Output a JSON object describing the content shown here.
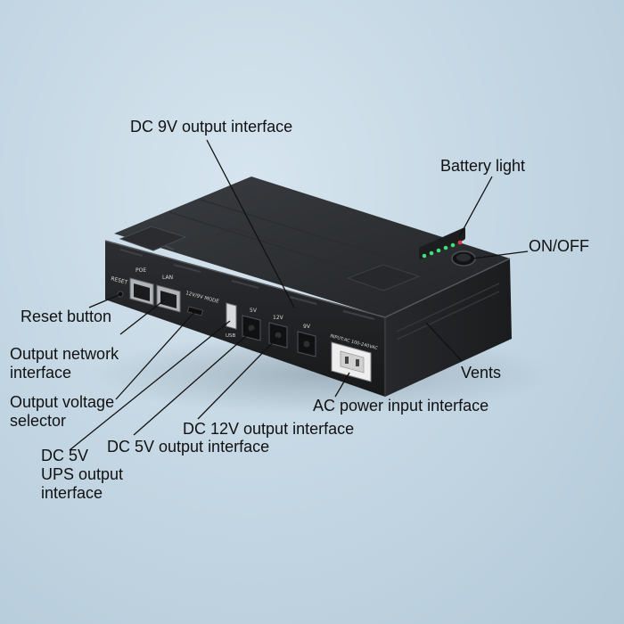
{
  "labels": {
    "dc9v": "DC 9V output interface",
    "battery_light": "Battery light",
    "on_off": "ON/OFF",
    "reset_button": "Reset button",
    "output_network_1": "Output network",
    "output_network_2": "interface",
    "vents": "Vents",
    "voltage_selector_1": "Output voltage",
    "voltage_selector_2": "selector",
    "ac_input": "AC power input interface",
    "dc12v": "DC 12V output interface",
    "dc5v": "DC 5V output interface",
    "dc5v_ups_1": "DC 5V",
    "dc5v_ups_2": "UPS output",
    "dc5v_ups_3": "interface"
  },
  "device_markings": {
    "reset": "RESET",
    "poe": "POE",
    "lan": "LAN",
    "selector": "12V/9V MODE",
    "usb": "USB",
    "port_5v": "5V",
    "port_12v": "12V",
    "port_9v": "9V",
    "input": "INPUT:AC 100-240VAC"
  }
}
